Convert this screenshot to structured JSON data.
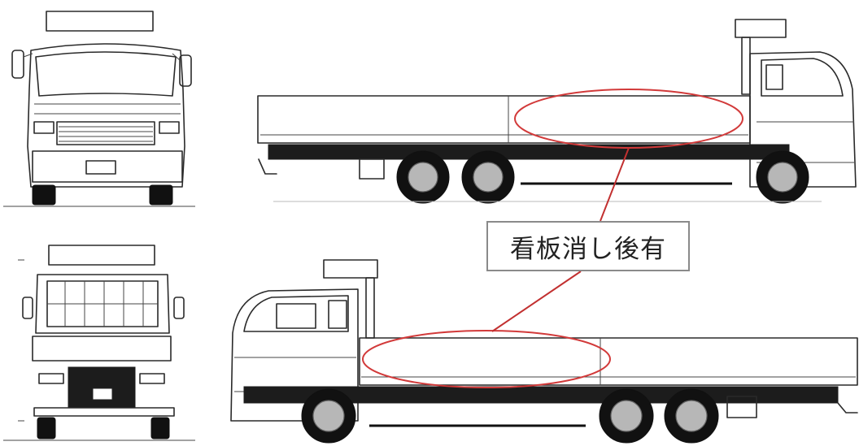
{
  "callout": {
    "label": "看板消し後有"
  },
  "colors": {
    "highlight_ellipse": "#d23a3a",
    "leader_line": "#c23030",
    "line_art": "#2a2a2a",
    "callout_border": "#8a8a8a"
  },
  "views": [
    {
      "name": "front-view"
    },
    {
      "name": "rear-view"
    },
    {
      "name": "right-side-view"
    },
    {
      "name": "left-side-view"
    }
  ]
}
